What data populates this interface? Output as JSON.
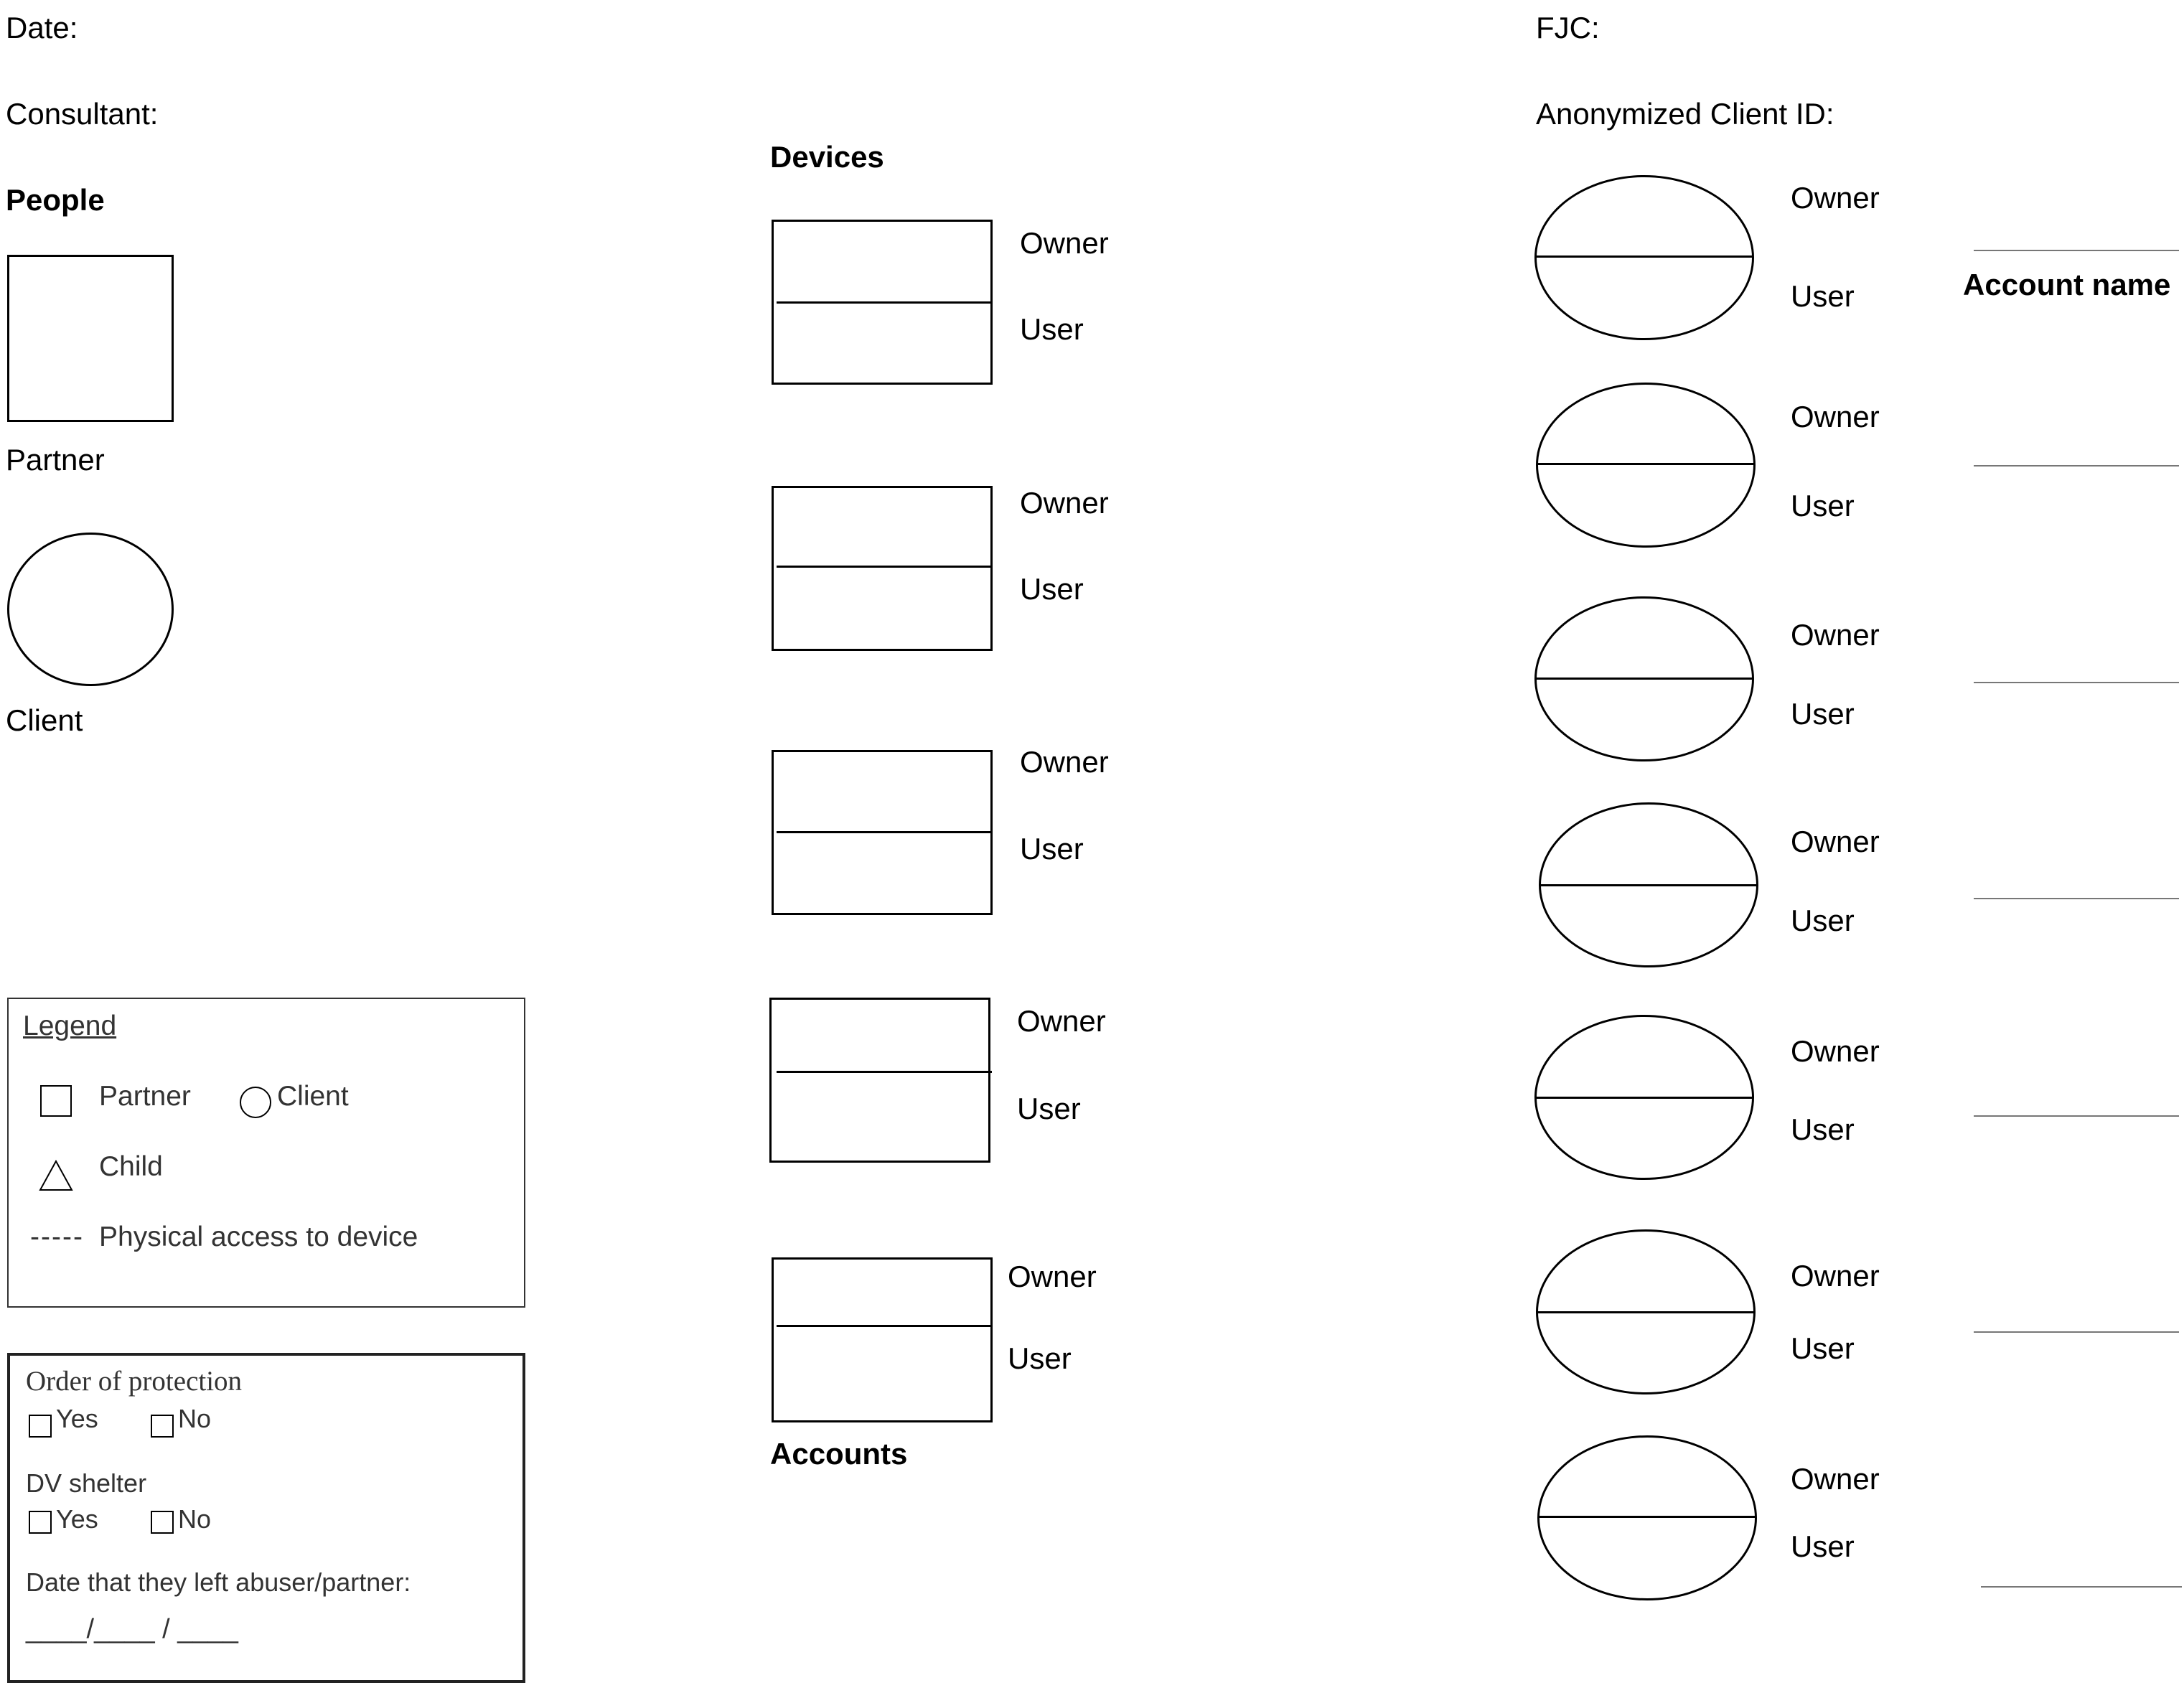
{
  "header": {
    "date_label": "Date:",
    "consultant_label": "Consultant:",
    "fjc_label": "FJC:",
    "client_id_label": "Anonymized Client ID:"
  },
  "people": {
    "title": "People",
    "partner_label": "Partner",
    "client_label": "Client"
  },
  "devices": {
    "title": "Devices",
    "items": [
      {
        "owner": "Owner",
        "user": "User"
      },
      {
        "owner": "Owner",
        "user": "User"
      },
      {
        "owner": "Owner",
        "user": "User"
      },
      {
        "owner": "Owner",
        "user": "User"
      },
      {
        "owner": "Owner",
        "user": "User"
      }
    ]
  },
  "accounts": {
    "title": "Accounts",
    "account_name_label": "Account name",
    "items": [
      {
        "owner": "Owner",
        "user": "User"
      },
      {
        "owner": "Owner",
        "user": "User"
      },
      {
        "owner": "Owner",
        "user": "User"
      },
      {
        "owner": "Owner",
        "user": "User"
      },
      {
        "owner": "Owner",
        "user": "User"
      },
      {
        "owner": "Owner",
        "user": "User"
      },
      {
        "owner": "Owner",
        "user": "User"
      }
    ]
  },
  "legend": {
    "title": "Legend",
    "partner": "Partner",
    "client": "Client",
    "child": "Child",
    "dashes": "-----",
    "physical_access": "Physical access to device"
  },
  "protection": {
    "order_label": "Order of protection",
    "yes": "Yes",
    "no": "No",
    "shelter_label": "DV shelter",
    "left_label": "Date that they left abuser/partner:",
    "date_blank": "____/____ / ____"
  }
}
